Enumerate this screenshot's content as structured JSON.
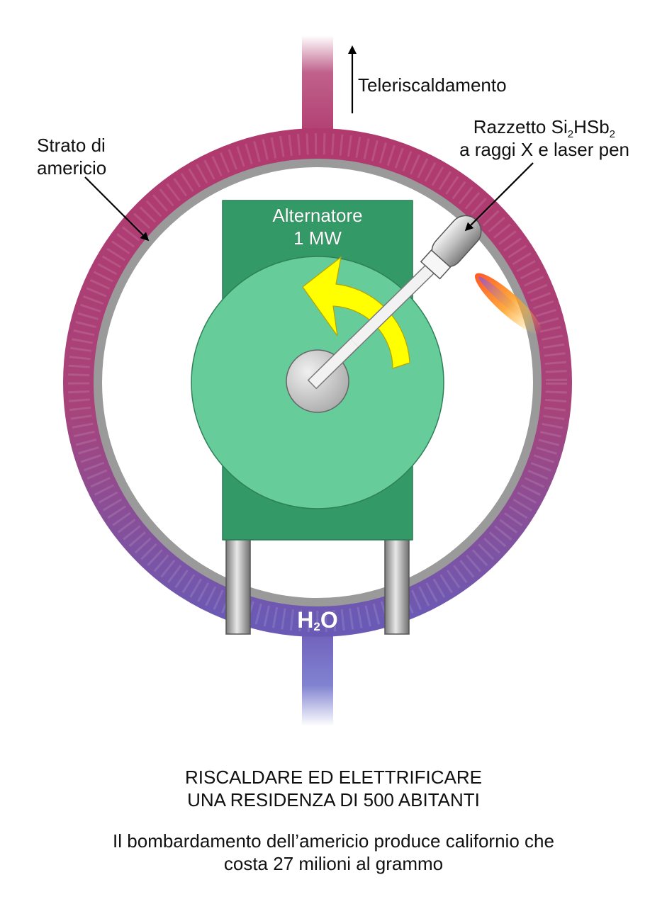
{
  "labels": {
    "district_heating": "Teleriscaldamento",
    "americium_layer_line1": "Strato di",
    "americium_layer_line2": "americio",
    "rocket_line1_prefix": "Razzetto Si",
    "rocket_sub1": "2",
    "rocket_mid": "HSb",
    "rocket_sub2": "2",
    "rocket_line2": "a raggi X e laser pen",
    "alternator_line1": "Alternatore",
    "alternator_line2": "1 MW",
    "water_h": "H",
    "water_sub": "2",
    "water_o": "O"
  },
  "caption": {
    "title_line1": "RISCALDARE ED ELETTRIFICARE",
    "title_line2": "UNA RESIDENZA DI 500 ABITANTI",
    "note_line1": "Il bombardamento dell’americio produce californio che",
    "note_line2": "costa 27 milioni al grammo"
  },
  "colors": {
    "ring_top": "#b03a6e",
    "ring_bottom": "#6f5bb8",
    "inner_ring": "#9a9a9a",
    "alternator_box": "#339966",
    "rotor_disc": "#66cc99",
    "arrow_yellow": "#ffff00",
    "flame_orange": "#ff7a1a"
  }
}
